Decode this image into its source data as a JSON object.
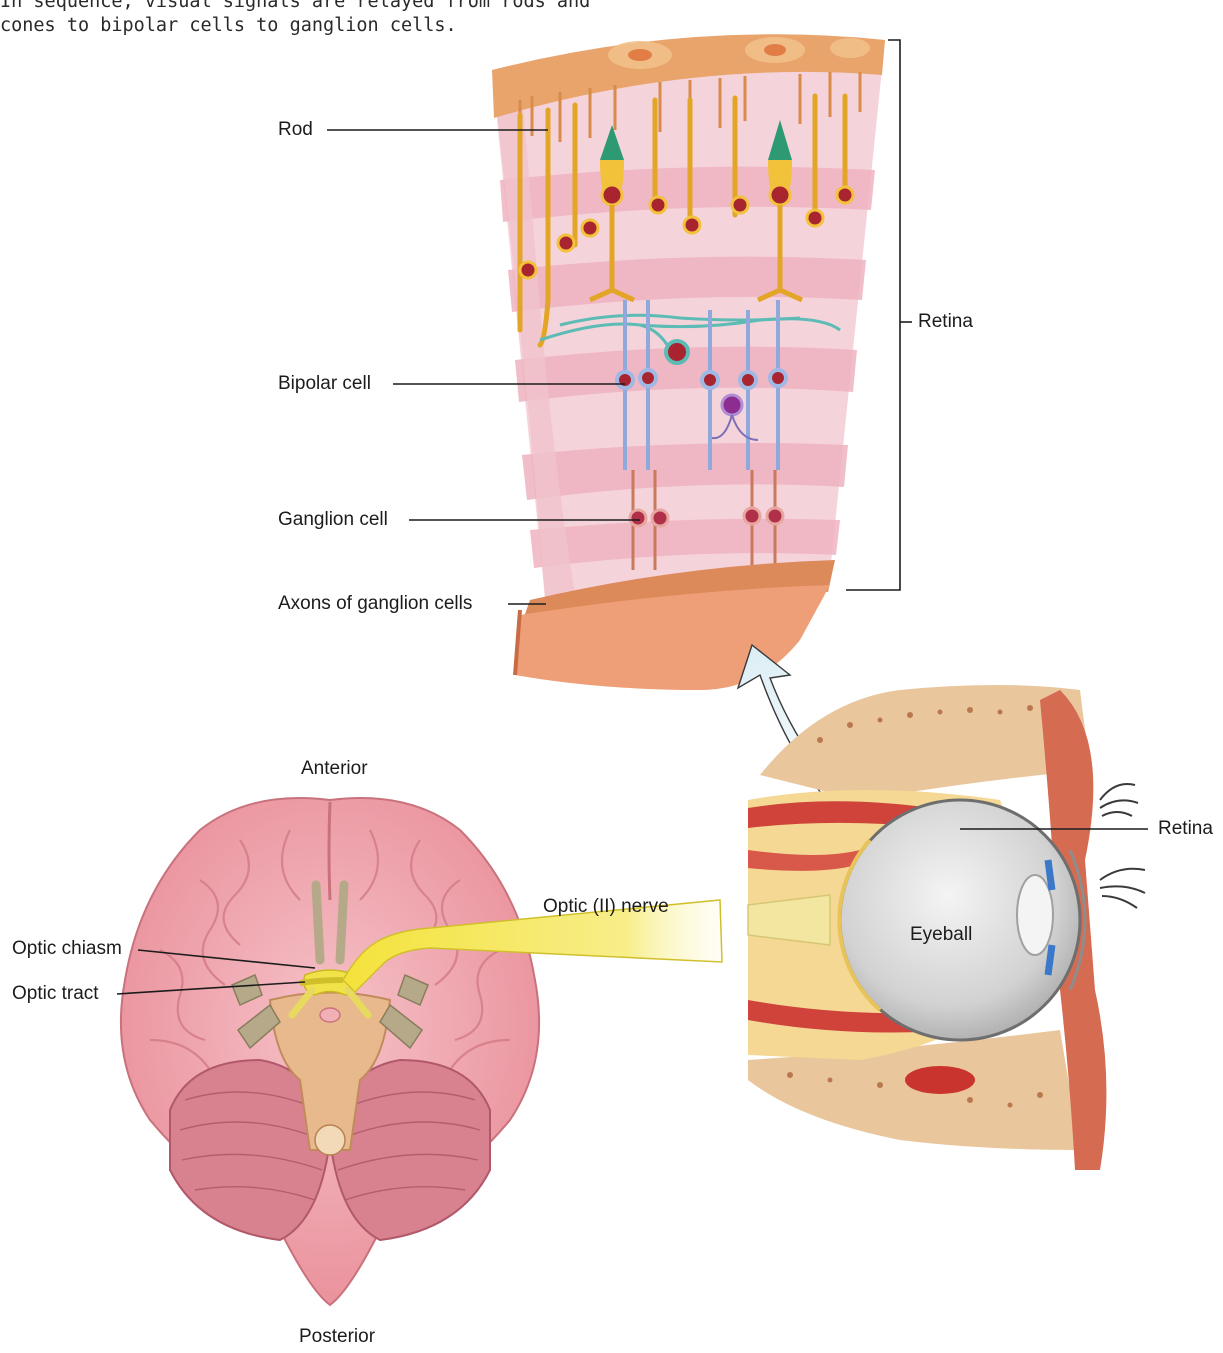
{
  "caption": {
    "line1": "In sequence, visual signals are relayed from rods and",
    "line2": "cones to bipolar cells to ganglion cells."
  },
  "retina_section": {
    "labels": {
      "rod": "Rod",
      "bipolar_cell": "Bipolar cell",
      "ganglion_cell": "Ganglion cell",
      "axons": "Axons of ganglion cells",
      "retina": "Retina"
    }
  },
  "brain": {
    "labels": {
      "anterior": "Anterior",
      "posterior": "Posterior",
      "optic_chiasm": "Optic chiasm",
      "optic_tract": "Optic tract",
      "optic_nerve": "Optic (II) nerve"
    }
  },
  "eye": {
    "labels": {
      "retina": "Retina",
      "eyeball": "Eyeball"
    }
  },
  "colors": {
    "label_text": "#1c1c1c",
    "leader_line": "#1c1c1c",
    "retina_pink": "#f3c6cf",
    "pigment_layer": "#e8a56a",
    "photoreceptor_yellow": "#f2c23a",
    "bipolar_blue": "#9fb8e4",
    "ganglion_red": "#b0304a",
    "optic_nerve_yellow": "#f2e24a",
    "brain_pink": "#ef9ea8",
    "muscle_red": "#d0433a",
    "fat_yellow": "#f4d893"
  }
}
